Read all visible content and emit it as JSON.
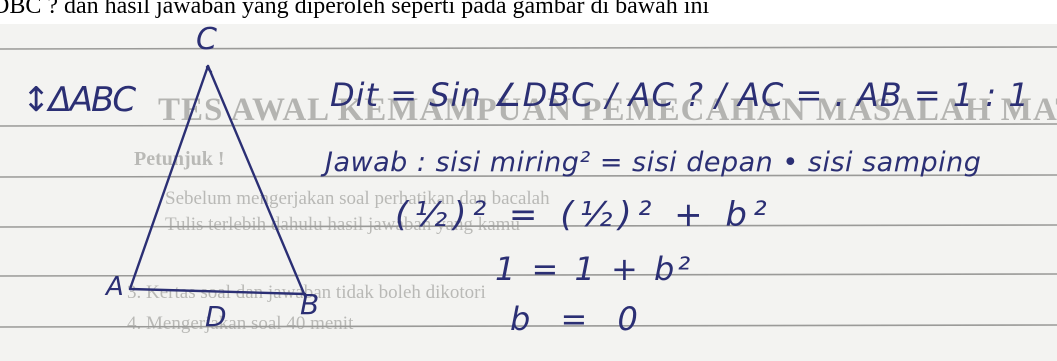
{
  "caption": "DBC ? dan hasil jawaban yang diperoleh seperti pada gambar di bawah ini",
  "ghost_text": {
    "title": "TES AWAL KEMAMPUAN PEMECAHAN MASALAH MATEMATIS SISWA",
    "petunjuk": "Petunjuk !",
    "items": [
      "Sebelum mengerjakan soal perhatikan dan bacalah",
      "Tulis terlebih dahulu hasil jawaban yang kamu",
      "3.  Kertas soal dan jawaban tidak boleh dikotori",
      "4.  Mengerjakan soal 40 menit"
    ]
  },
  "handwriting": {
    "label_triangle": "↕ΔABC",
    "vertex_c": "C",
    "vertex_a": "A",
    "vertex_d": "D",
    "vertex_b": "B",
    "line1": "Dit  = Sin ∠DBC / AC ? / AC = . AB = 1 : 1",
    "line2": "Jawab :  sisi miring²  =  sisi depan  •  sisi samping",
    "line3": "(½)² = (½)² + b²",
    "line4": "1  = 1 + b²",
    "line5": "b = 0"
  },
  "colors": {
    "ink": "#2b2f74",
    "ruling": "#9a9a98",
    "paper": "#f3f3f1"
  }
}
